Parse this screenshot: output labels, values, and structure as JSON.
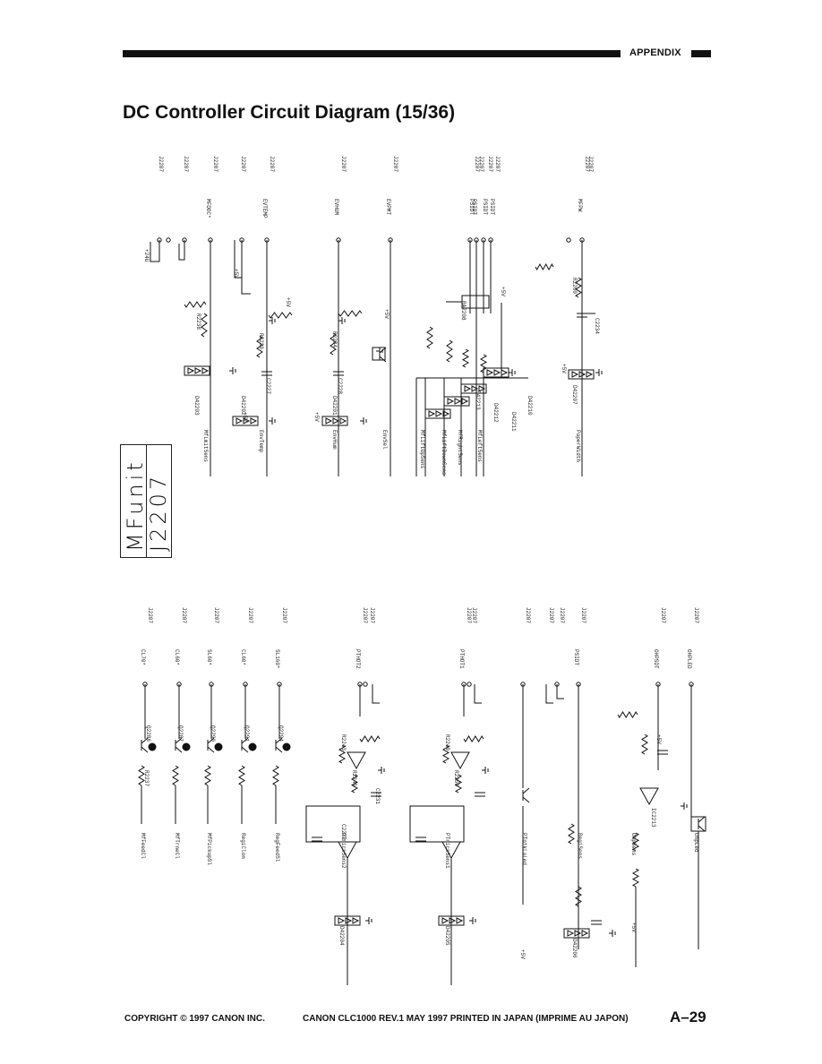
{
  "header": {
    "section": "APPENDIX"
  },
  "title": "DC Controller Circuit Diagram (15/36)",
  "unit_box": {
    "line1": "MFunit",
    "line2": "J2207"
  },
  "upper_signals": [
    {
      "name": "MFDOC*",
      "conn": "J2207"
    },
    {
      "name": "EVTEMP",
      "conn": "J2207"
    },
    {
      "name": "EVHUM",
      "conn": "J2207"
    },
    {
      "name": "EVPMT",
      "conn": "J2207"
    },
    {
      "name": "PSIDT",
      "conn": "J2207"
    },
    {
      "name": "MFPW",
      "conn": "J2207"
    }
  ],
  "upper_inputs": [
    "MfLmitSens",
    "EnvTemp",
    "EnvHum",
    "EnvSel",
    "MfLiftUpSens",
    "MfLiftDownSens",
    "MfRightSens",
    "MfLeftSens",
    "PaperWidth"
  ],
  "lower_signals": [
    {
      "name": "CL70*",
      "conn": "J2207"
    },
    {
      "name": "CL60*",
      "conn": "J2207"
    },
    {
      "name": "SL60*",
      "conn": "J2207"
    },
    {
      "name": "CL60*",
      "conn": "J2207"
    },
    {
      "name": "SL160*",
      "conn": "J2207"
    },
    {
      "name": "PTHOT2",
      "conn": "J2207"
    },
    {
      "name": "PTHOT1",
      "conn": "J2207"
    },
    {
      "name": "PSIDT",
      "conn": "J2207"
    },
    {
      "name": "OHPSDT",
      "conn": "J2207"
    },
    {
      "name": "OHPLED",
      "conn": "J2207"
    }
  ],
  "lower_inputs": [
    "MfFeedCl",
    "MfTrneCl",
    "MfPickupSl",
    "RegiClon",
    "RegFeedSl",
    "PTnickSens2",
    "PTnickSens1",
    "PTn1kLaLed",
    "RegiSens",
    "OhpSens",
    "OhpLed"
  ],
  "components": [
    "R2237",
    "R2238",
    "R2239",
    "R2234",
    "R2243",
    "R2245",
    "R2249",
    "R2250",
    "R2260",
    "C2227",
    "C2228",
    "C2231",
    "C2232",
    "C2234",
    "Q2286",
    "Q2287",
    "Q2290",
    "Q2291",
    "Q2294",
    "D42201",
    "D42202",
    "D42203",
    "D42204",
    "D42205",
    "D42206",
    "D42207",
    "D42210",
    "D42211",
    "D42212",
    "D42213",
    "RA2208",
    "IC2213"
  ],
  "rails": [
    "+5V",
    "+24U",
    "+24V"
  ],
  "footer": {
    "copyright": "COPYRIGHT © 1997 CANON INC.",
    "edition": "CANON CLC1000 REV.1 MAY 1997 PRINTED IN JAPAN (IMPRIME AU JAPON)",
    "page": "A–29"
  }
}
